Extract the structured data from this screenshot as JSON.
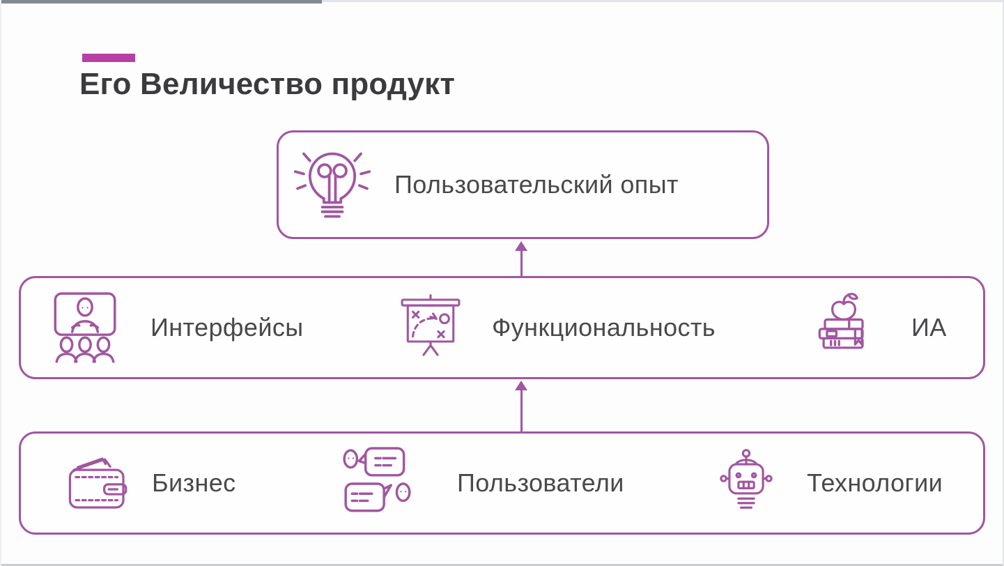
{
  "slide": {
    "title": "Его Величество продукт",
    "colors": {
      "accent": "#b83fa4",
      "outline": "#a156a0",
      "title_text": "#3b3b3d",
      "label_text": "#49494b",
      "background": "#fdfdfe",
      "frame_line": "#e0e3e7",
      "frame_dark_segment": "#84898f"
    },
    "diagram": {
      "top_box": {
        "icon": "idea-lightbulb-icon",
        "label": "Пользовательский опыт"
      },
      "middle_box": {
        "items": [
          {
            "icon": "presentation-audience-icon",
            "label": "Интерфейсы"
          },
          {
            "icon": "strategy-board-icon",
            "label": "Функциональность"
          },
          {
            "icon": "books-apple-icon",
            "label": "ИА"
          }
        ]
      },
      "bottom_box": {
        "items": [
          {
            "icon": "wallet-icon",
            "label": "Бизнес"
          },
          {
            "icon": "speech-bubbles-icon",
            "label": "Пользователи"
          },
          {
            "icon": "robot-icon",
            "label": "Технологии"
          }
        ]
      },
      "arrows": [
        "bottom-to-middle",
        "middle-to-top"
      ]
    }
  }
}
